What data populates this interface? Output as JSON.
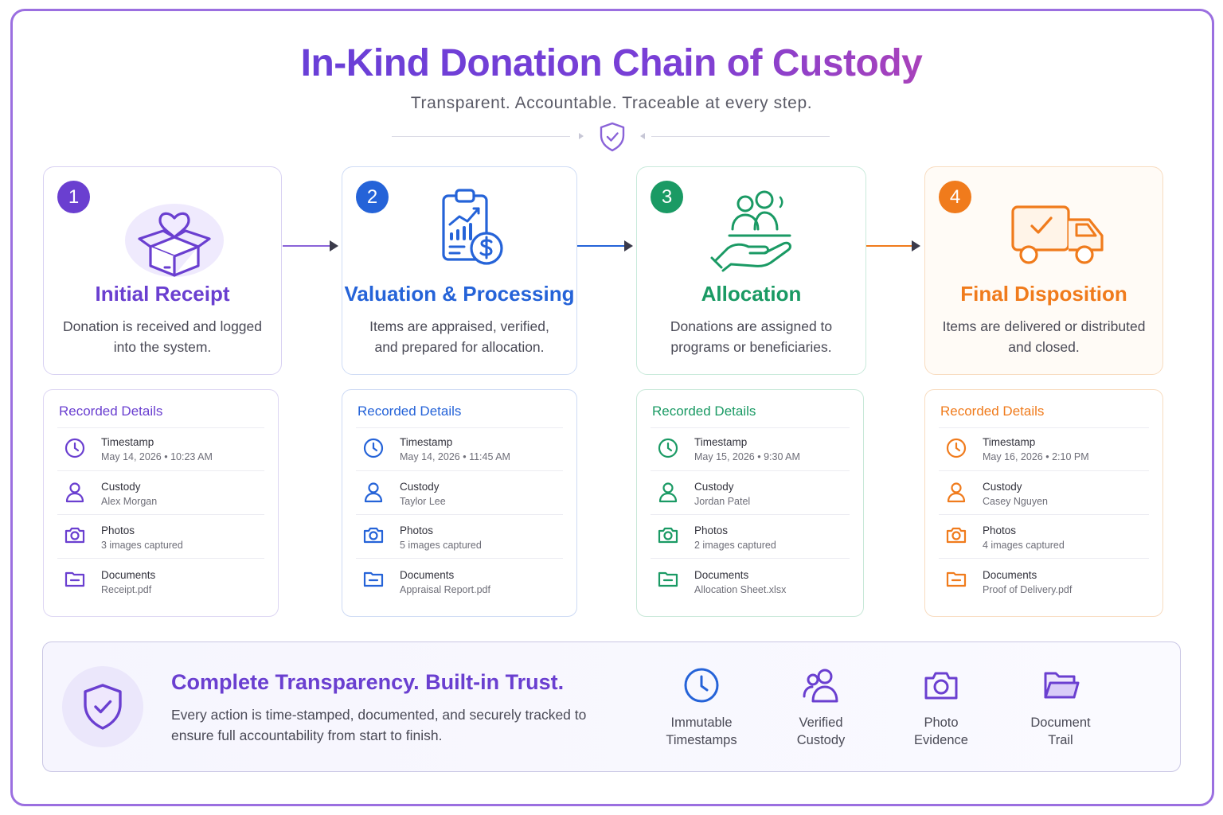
{
  "header": {
    "title": "In-Kind Donation Chain of Custody",
    "subtitle": "Transparent. Accountable. Traceable at every step."
  },
  "colors": {
    "purple": "#6a3fd0",
    "blue": "#2563d8",
    "green": "#1a9a64",
    "orange": "#f07b1c"
  },
  "steps": [
    {
      "number": "1",
      "title": "Initial Receipt",
      "description": "Donation is received and logged into the system.",
      "icon": "donation-box-heart-icon",
      "details": {
        "heading": "Recorded Details",
        "rows": [
          {
            "label": "Timestamp",
            "value": "May 14, 2026  •  10:23 AM"
          },
          {
            "label": "Custody",
            "value": "Alex Morgan"
          },
          {
            "label": "Photos",
            "value": "3 images captured"
          },
          {
            "label": "Documents",
            "value": "Receipt.pdf"
          }
        ]
      }
    },
    {
      "number": "2",
      "title": "Valuation & Processing",
      "description": "Items are appraised, verified, and prepared for allocation.",
      "icon": "clipboard-chart-dollar-icon",
      "details": {
        "heading": "Recorded Details",
        "rows": [
          {
            "label": "Timestamp",
            "value": "May 14, 2026 • 11:45 AM"
          },
          {
            "label": "Custody",
            "value": "Taylor Lee"
          },
          {
            "label": "Photos",
            "value": "5 images captured"
          },
          {
            "label": "Documents",
            "value": "Appraisal Report.pdf"
          }
        ]
      }
    },
    {
      "number": "3",
      "title": "Allocation",
      "description": "Donations are assigned to programs or beneficiaries.",
      "icon": "hand-people-icon",
      "details": {
        "heading": "Recorded Details",
        "rows": [
          {
            "label": "Timestamp",
            "value": "May 15, 2026  •  9:30 AM"
          },
          {
            "label": "Custody",
            "value": "Jordan Patel"
          },
          {
            "label": "Photos",
            "value": "2 images captured"
          },
          {
            "label": "Documents",
            "value": "Allocation Sheet.xlsx"
          }
        ]
      }
    },
    {
      "number": "4",
      "title": "Final Disposition",
      "description": "Items are delivered or distributed and closed.",
      "icon": "delivery-truck-check-icon",
      "details": {
        "heading": "Recorded Details",
        "rows": [
          {
            "label": "Timestamp",
            "value": "May 16, 2026  •  2:10 PM"
          },
          {
            "label": "Custody",
            "value": "Casey Nguyen"
          },
          {
            "label": "Photos",
            "value": "4 images captured"
          },
          {
            "label": "Documents",
            "value": "Proof of Delivery.pdf"
          }
        ]
      }
    }
  ],
  "banner": {
    "title": "Complete Transparency. Built-in Trust.",
    "description": "Every action is time-stamped, documented, and securely tracked to ensure full accountability from start to finish.",
    "features": [
      {
        "line1": "Immutable",
        "line2": "Timestamps",
        "icon": "clock-icon"
      },
      {
        "line1": "Verified",
        "line2": "Custody",
        "icon": "users-icon"
      },
      {
        "line1": "Photo",
        "line2": "Evidence",
        "icon": "camera-icon"
      },
      {
        "line1": "Document",
        "line2": "Trail",
        "icon": "folder-icon"
      }
    ]
  }
}
